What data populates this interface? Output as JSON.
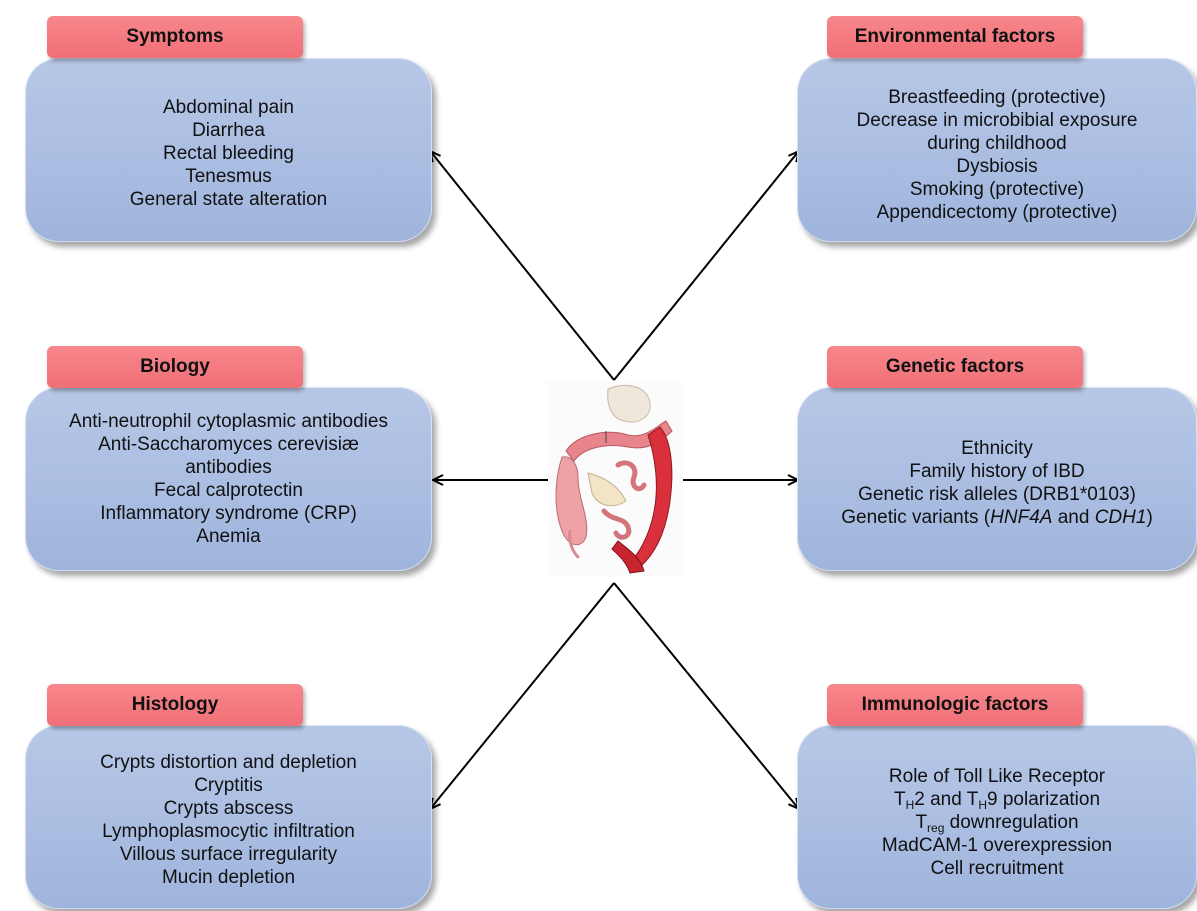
{
  "panels": {
    "symptoms": {
      "label": "Symptoms",
      "items": [
        "Abdominal pain",
        "Diarrhea",
        "Rectal bleeding",
        "Tenesmus",
        "General state alteration"
      ]
    },
    "environmental": {
      "label": "Environmental factors",
      "items": [
        "Breastfeeding (protective)",
        "Decrease in microbibial exposure",
        "during childhood",
        "Dysbiosis",
        "Smoking (protective)",
        "Appendicectomy (protective)"
      ]
    },
    "biology": {
      "label": "Biology",
      "items": [
        "Anti-neutrophil cytoplasmic antibodies",
        "Anti-Saccharomyces cerevisiæ",
        "antibodies",
        "Fecal calprotectin",
        "Inflammatory syndrome (CRP)",
        "Anemia"
      ]
    },
    "genetic": {
      "label": "Genetic factors",
      "items": [
        "Ethnicity",
        "Family history of IBD",
        "Genetic risk alleles (DRB1*0103)"
      ],
      "variants": {
        "prefix": "Genetic variants (",
        "gene1": "HNF4A",
        "middle": " and ",
        "gene2": "CDH1",
        "suffix": ")"
      }
    },
    "histology": {
      "label": "Histology",
      "items": [
        "Crypts distortion and depletion",
        "Cryptitis",
        "Crypts abscess",
        "Lymphoplasmocytic infiltration",
        "Villous surface irregularity",
        "Mucin depletion"
      ]
    },
    "immunologic": {
      "label": "Immunologic factors",
      "item1": "Role of Toll Like Receptor",
      "th": {
        "t1": "T",
        "sub1": "H",
        "mid": "2 and T",
        "sub2": "H",
        "end": "9 polarization"
      },
      "treg": {
        "t": "T",
        "sub": "reg",
        "rest": " downregulation"
      },
      "item4": "MadCAM-1 overexpression",
      "item5": "Cell recruitment"
    }
  },
  "colors": {
    "box": "#a9bde2",
    "label": "#f06f76",
    "arrow": "#000000"
  }
}
